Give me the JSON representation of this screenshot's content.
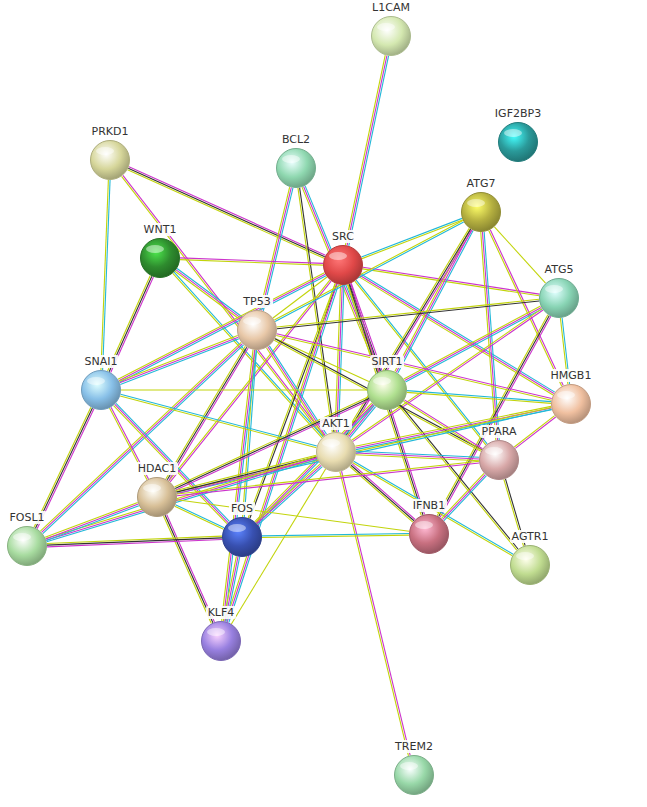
{
  "diagram": {
    "nodes": [
      {
        "text": [
          "L1CAM"
        ]
      },
      {
        "text": [
          "IGF2BP3"
        ]
      },
      {
        "text": [
          "PRKD1"
        ]
      },
      {
        "text": [
          "BCL2"
        ]
      },
      {
        "text": [
          "ATG7"
        ]
      },
      {
        "text": [
          "WNT1"
        ]
      },
      {
        "text": [
          "SRC"
        ]
      },
      {
        "text": [
          "ATG5"
        ]
      },
      {
        "text": [
          "TP53"
        ]
      },
      {
        "text": [
          "SNAI1"
        ]
      },
      {
        "text": [
          "SIRT1"
        ]
      },
      {
        "text": [
          "HMGB1"
        ]
      },
      {
        "text": [
          "AKT1"
        ]
      },
      {
        "text": [
          "PPARA"
        ]
      },
      {
        "text": [
          "HDAC1"
        ]
      },
      {
        "text": [
          "FOS"
        ]
      },
      {
        "text": [
          "IFNB1"
        ]
      },
      {
        "text": [
          "FOSL1"
        ]
      },
      {
        "text": [
          "AGTR1"
        ]
      },
      {
        "text": [
          "KLF4"
        ]
      },
      {
        "text": [
          "TREM2"
        ]
      }
    ],
    "edges": [
      {
        "from": 0,
        "to": 6,
        "arrow": "none"
      },
      {
        "from": 2,
        "to": 6,
        "arrow": "none"
      },
      {
        "from": 2,
        "to": 9,
        "arrow": "none"
      },
      {
        "from": 2,
        "to": 12,
        "arrow": "none"
      },
      {
        "from": 3,
        "to": 8,
        "arrow": "none"
      },
      {
        "from": 3,
        "to": 12,
        "arrow": "none"
      },
      {
        "from": 3,
        "to": 10,
        "arrow": "none"
      },
      {
        "from": 5,
        "to": 6,
        "arrow": "none"
      },
      {
        "from": 5,
        "to": 12,
        "arrow": "none"
      },
      {
        "from": 5,
        "to": 9,
        "arrow": "none"
      },
      {
        "from": 5,
        "to": 8,
        "arrow": "none"
      },
      {
        "from": 6,
        "to": 8,
        "arrow": "none"
      },
      {
        "from": 6,
        "to": 12,
        "arrow": "none"
      },
      {
        "from": 6,
        "to": 10,
        "arrow": "none"
      },
      {
        "from": 6,
        "to": 4,
        "arrow": "none"
      },
      {
        "from": 6,
        "to": 7,
        "arrow": "none"
      },
      {
        "from": 6,
        "to": 11,
        "arrow": "none"
      },
      {
        "from": 6,
        "to": 15,
        "arrow": "none"
      },
      {
        "from": 6,
        "to": 9,
        "arrow": "none"
      },
      {
        "from": 6,
        "to": 14,
        "arrow": "none"
      },
      {
        "from": 6,
        "to": 13,
        "arrow": "none"
      },
      {
        "from": 6,
        "to": 16,
        "arrow": "none"
      },
      {
        "from": 6,
        "to": 19,
        "arrow": "none"
      },
      {
        "from": 4,
        "to": 7,
        "arrow": "none"
      },
      {
        "from": 4,
        "to": 10,
        "arrow": "none"
      },
      {
        "from": 4,
        "to": 12,
        "arrow": "none"
      },
      {
        "from": 4,
        "to": 8,
        "arrow": "none"
      },
      {
        "from": 4,
        "to": 11,
        "arrow": "none"
      },
      {
        "from": 4,
        "to": 13,
        "arrow": "none"
      },
      {
        "from": 7,
        "to": 8,
        "arrow": "none"
      },
      {
        "from": 7,
        "to": 10,
        "arrow": "none"
      },
      {
        "from": 7,
        "to": 12,
        "arrow": "none"
      },
      {
        "from": 7,
        "to": 11,
        "arrow": "none"
      },
      {
        "from": 7,
        "to": 16,
        "arrow": "none"
      },
      {
        "from": 8,
        "to": 9,
        "arrow": "none"
      },
      {
        "from": 8,
        "to": 10,
        "arrow": "none"
      },
      {
        "from": 8,
        "to": 12,
        "arrow": "none"
      },
      {
        "from": 8,
        "to": 14,
        "arrow": "none"
      },
      {
        "from": 8,
        "to": 15,
        "arrow": "none"
      },
      {
        "from": 8,
        "to": 11,
        "arrow": "none"
      },
      {
        "from": 8,
        "to": 19,
        "arrow": "none"
      },
      {
        "from": 8,
        "to": 13,
        "arrow": "none"
      },
      {
        "from": 8,
        "to": 17,
        "arrow": "none"
      },
      {
        "from": 9,
        "to": 14,
        "arrow": "none"
      },
      {
        "from": 9,
        "to": 12,
        "arrow": "none"
      },
      {
        "from": 9,
        "to": 17,
        "arrow": "none"
      },
      {
        "from": 9,
        "to": 15,
        "arrow": "none"
      },
      {
        "from": 9,
        "to": 10,
        "arrow": "none"
      },
      {
        "from": 10,
        "to": 12,
        "arrow": "none"
      },
      {
        "from": 10,
        "to": 14,
        "arrow": "none"
      },
      {
        "from": 10,
        "to": 11,
        "arrow": "none"
      },
      {
        "from": 10,
        "to": 13,
        "arrow": "none"
      },
      {
        "from": 10,
        "to": 15,
        "arrow": "none"
      },
      {
        "from": 10,
        "to": 18,
        "arrow": "none"
      },
      {
        "from": 11,
        "to": 12,
        "arrow": "none"
      },
      {
        "from": 11,
        "to": 13,
        "arrow": "none"
      },
      {
        "from": 11,
        "to": 14,
        "arrow": "none"
      },
      {
        "from": 12,
        "to": 14,
        "arrow": "none"
      },
      {
        "from": 12,
        "to": 15,
        "arrow": "none"
      },
      {
        "from": 12,
        "to": 19,
        "arrow": "none"
      },
      {
        "from": 12,
        "to": 13,
        "arrow": "none"
      },
      {
        "from": 12,
        "to": 16,
        "arrow": "none"
      },
      {
        "from": 12,
        "to": 18,
        "arrow": "none"
      },
      {
        "from": 12,
        "to": 20,
        "arrow": "none"
      },
      {
        "from": 12,
        "to": 17,
        "arrow": "none"
      },
      {
        "from": 13,
        "to": 18,
        "arrow": "none"
      },
      {
        "from": 13,
        "to": 16,
        "arrow": "none"
      },
      {
        "from": 13,
        "to": 14,
        "arrow": "none"
      },
      {
        "from": 14,
        "to": 15,
        "arrow": "none"
      },
      {
        "from": 14,
        "to": 19,
        "arrow": "none"
      },
      {
        "from": 14,
        "to": 17,
        "arrow": "none"
      },
      {
        "from": 14,
        "to": 16,
        "arrow": "none"
      },
      {
        "from": 15,
        "to": 19,
        "arrow": "none"
      },
      {
        "from": 15,
        "to": 17,
        "arrow": "none"
      },
      {
        "from": 15,
        "to": 16,
        "arrow": "none"
      }
    ]
  }
}
